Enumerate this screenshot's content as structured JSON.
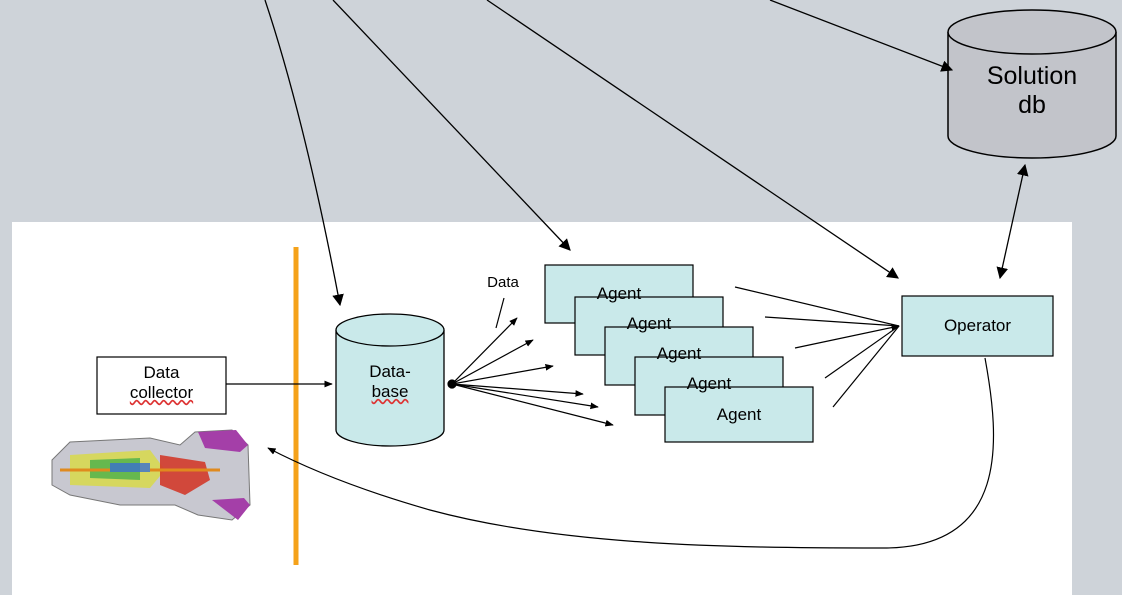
{
  "diagram": {
    "solution_db": {
      "line1": "Solution",
      "line2": "db"
    },
    "data_collector": {
      "line1": "Data",
      "line2": "collector"
    },
    "database": {
      "line1": "Data-",
      "line2": "base"
    },
    "data_label": "Data",
    "agents": [
      "Agent",
      "Agent",
      "Agent",
      "Agent",
      "Agent"
    ],
    "operator": "Operator",
    "colors": {
      "background": "#ced3d9",
      "panel": "#ffffff",
      "agent_fill": "#c9e9ea",
      "db_fill": "#c9e9ea",
      "solution_db_fill": "#c2c4ca",
      "divider": "#f5a21a"
    },
    "engine_image": "gas-turbine-cutaway"
  }
}
